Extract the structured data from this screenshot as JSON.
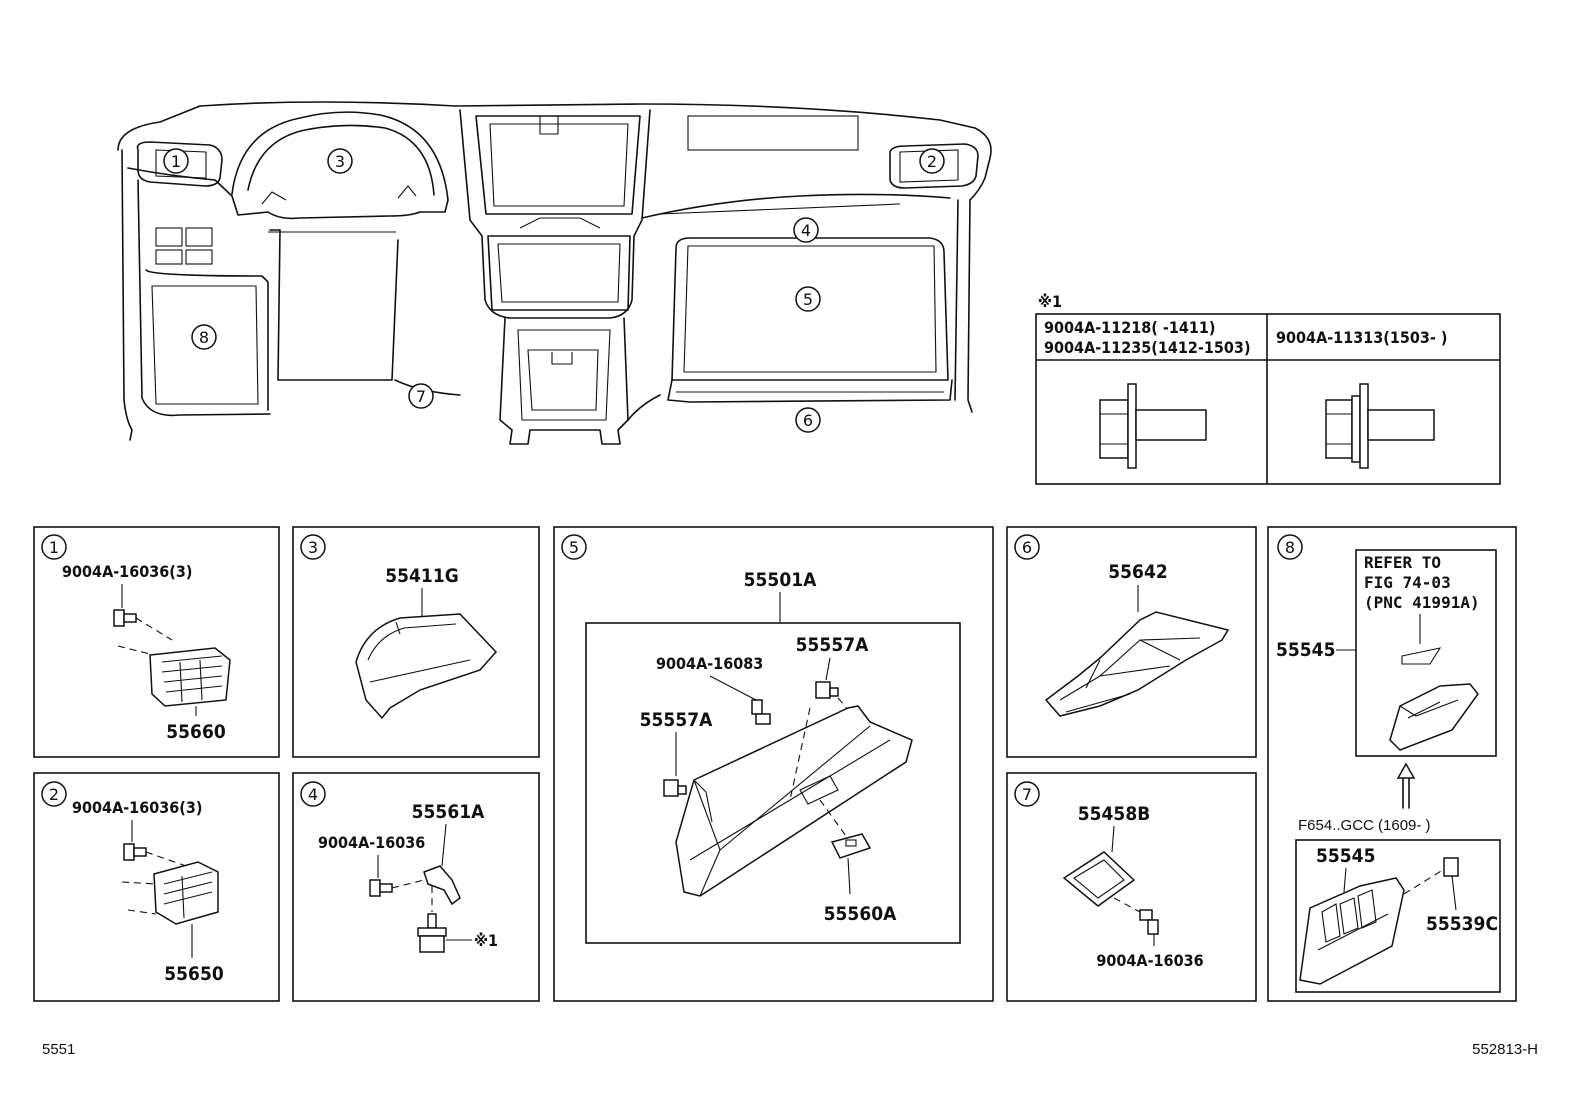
{
  "overview": {
    "callouts": [
      "1",
      "2",
      "3",
      "4",
      "5",
      "6",
      "7",
      "8"
    ]
  },
  "note_table": {
    "mark": "※1",
    "left_lines": [
      "9004A-11218(      -1411)",
      "9004A-11235(1412-1503)"
    ],
    "right_line": "9004A-11313(1503-      )"
  },
  "panels": {
    "p1": {
      "num": "1",
      "screw": "9004A-16036(3)",
      "part": "55660"
    },
    "p2": {
      "num": "2",
      "screw": "9004A-16036(3)",
      "part": "55650"
    },
    "p3": {
      "num": "3",
      "part": "55411G"
    },
    "p4": {
      "num": "4",
      "screw": "9004A-16036",
      "part": "55561A",
      "bolt_ref": "※1"
    },
    "p5": {
      "num": "5",
      "assembly": "55501A",
      "screw": "9004A-16083",
      "bumper_a": "55557A",
      "bumper_b": "55557A",
      "latch": "55560A"
    },
    "p6": {
      "num": "6",
      "part": "55642"
    },
    "p7": {
      "num": "7",
      "part": "55458B",
      "screw": "9004A-16036"
    },
    "p8": {
      "num": "8",
      "refer_lines": [
        "REFER TO",
        "FIG 74-03",
        "(PNC 41991A)"
      ],
      "part_top": "55545",
      "variant": "F654..GCC (1609-      )",
      "part_bottom": "55545",
      "part_c": "55539C"
    }
  },
  "footer": {
    "left": "5551",
    "right": "552813-H"
  }
}
